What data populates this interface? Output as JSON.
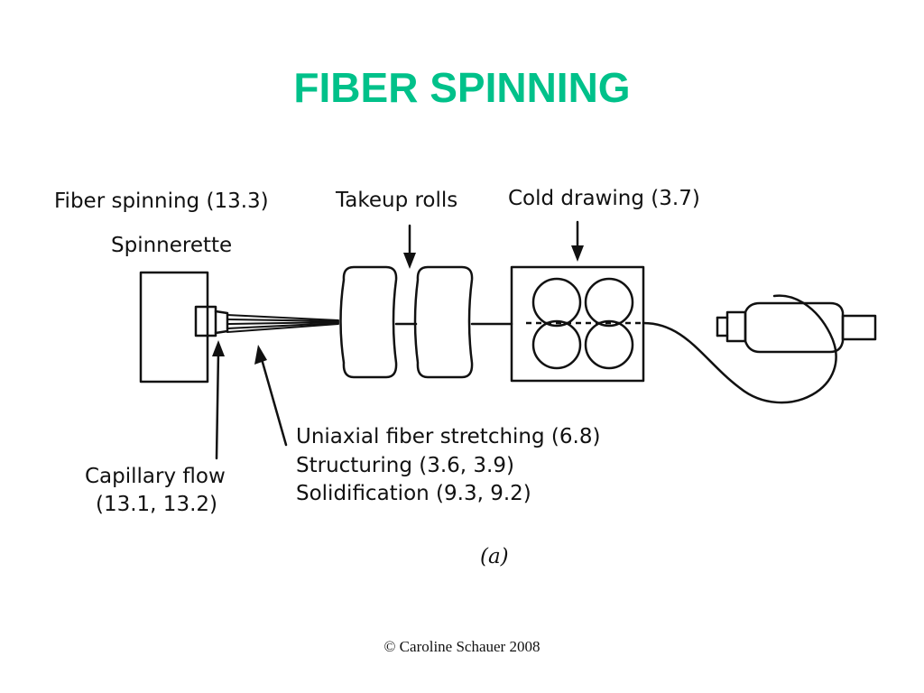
{
  "slide": {
    "title": "FIBER SPINNING",
    "accent_color": "#00c18a",
    "footer": "© Caroline Schauer 2008"
  },
  "diagram": {
    "labels": {
      "fiber_spinning": "Fiber spinning (13.3)",
      "spinnerette": "Spinnerette",
      "takeup_rolls": "Takeup rolls",
      "cold_drawing": "Cold drawing (3.7)",
      "uniaxial_stretching": "Uniaxial fiber stretching (6.8)",
      "structuring": "Structuring (3.6, 3.9)",
      "solidification": "Solidification (9.3, 9.2)",
      "capillary_flow": "Capillary flow",
      "capillary_flow_refs": "(13.1, 13.2)"
    },
    "caption": "(a)"
  }
}
